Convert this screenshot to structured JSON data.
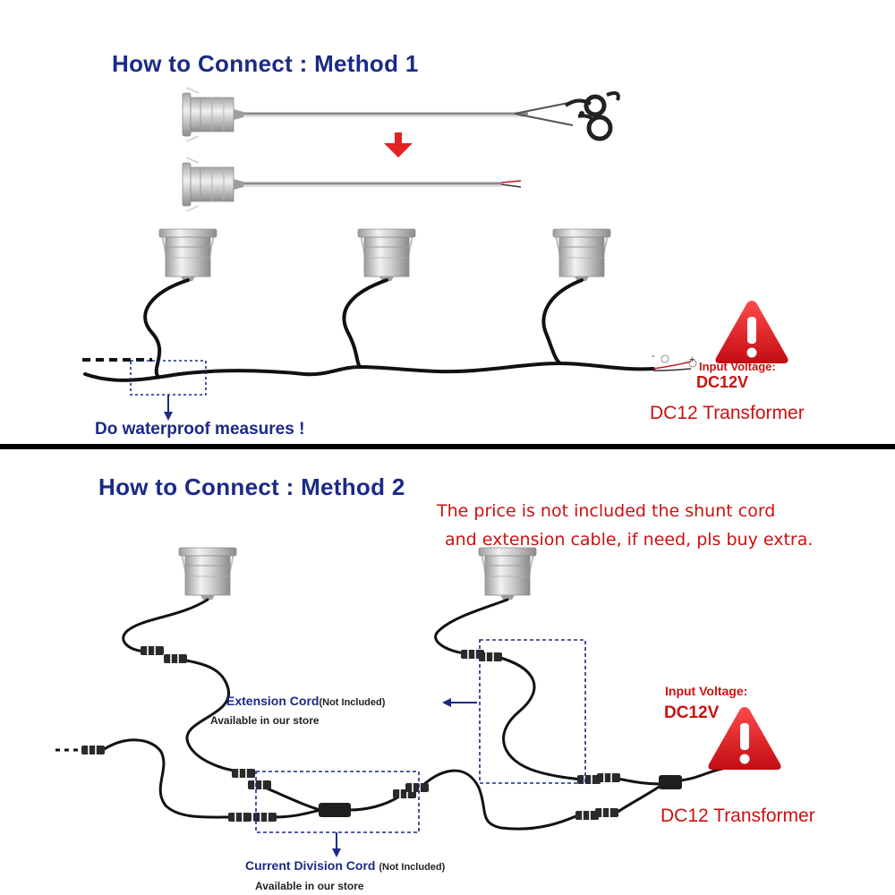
{
  "method1": {
    "title": "How to Connect : Method 1",
    "waterproof_label": "Do waterproof measures !",
    "input_voltage_label": "Input Voltage:",
    "voltage_value": "DC12V",
    "transformer_label": "DC12 Transformer",
    "wire_minus": "-",
    "wire_plus": "+"
  },
  "method2": {
    "title": "How to Connect : Method 2",
    "price_note_line1": "The price is not included the shunt cord",
    "price_note_line2": "and extension cable, if need, pls buy extra.",
    "extension_cord_label": "Extension Cord",
    "extension_cord_note": "(Not Included)",
    "extension_store": "Available in our store",
    "division_cord_label": "Current Division Cord",
    "division_cord_note": "(Not Included)",
    "division_store": "Available in our store",
    "input_voltage_label": "Input Voltage:",
    "voltage_value": "DC12V",
    "transformer_label": "DC12 Transformer"
  },
  "colors": {
    "title_navy": "#1b2a86",
    "red_text": "#cc1010",
    "warning_red": "#d7141a",
    "dashed_box": "#1b2a86",
    "arrow_red": "#e32222"
  },
  "icons": [
    "light-fixture-icon",
    "scissors-icon",
    "warning-triangle-icon",
    "down-arrow-icon",
    "connector-icon"
  ]
}
